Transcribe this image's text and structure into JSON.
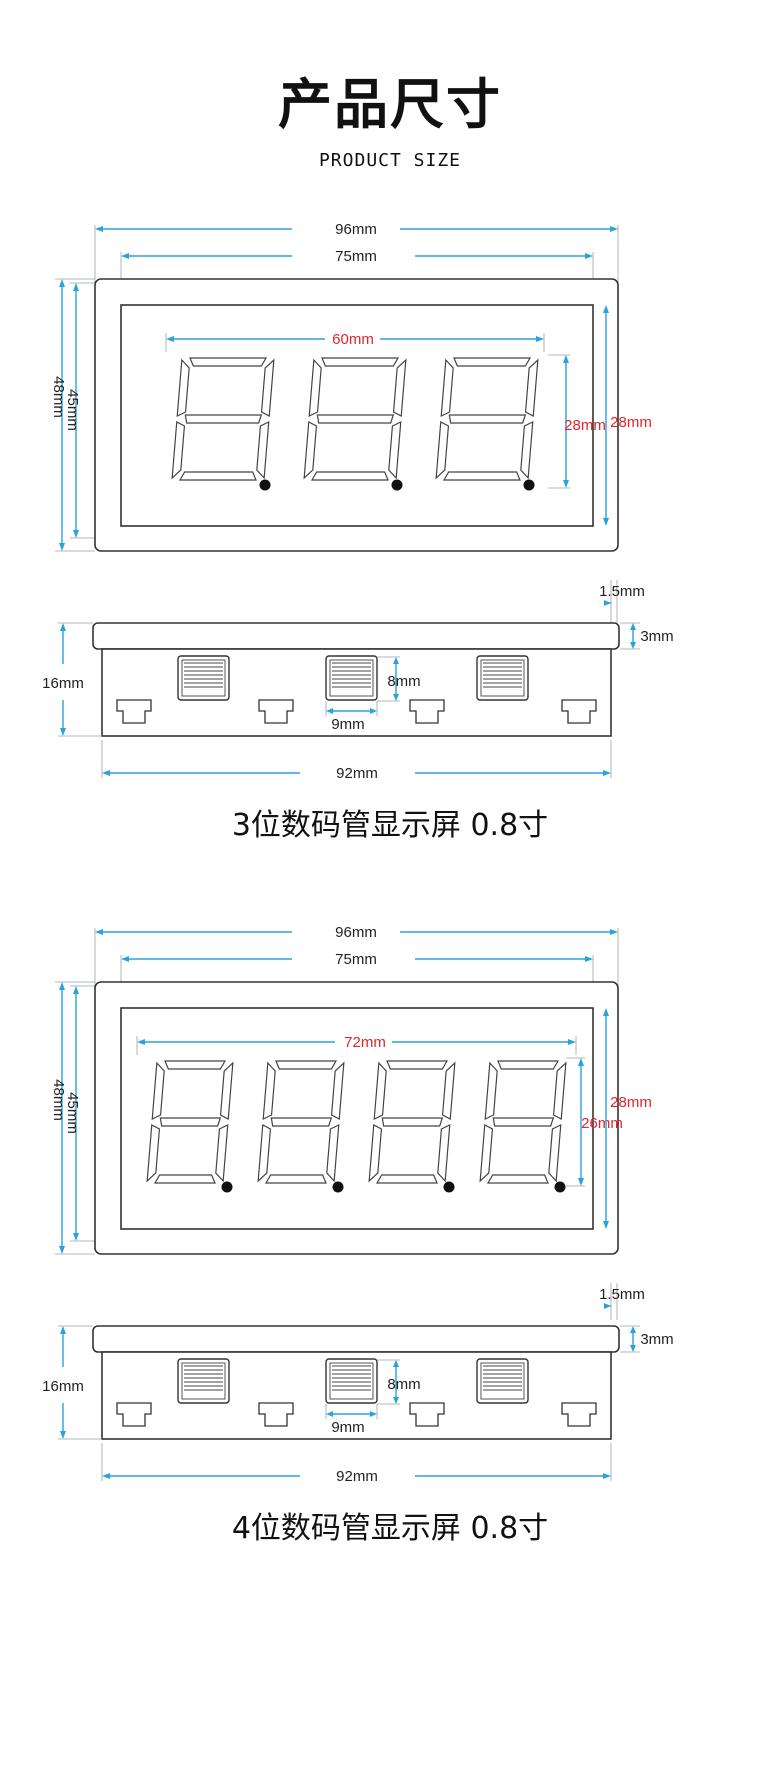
{
  "header": {
    "title": "产品尺寸",
    "subtitle": "PRODUCT SIZE"
  },
  "colors": {
    "dimension": "#29a3dc",
    "highlight": "#e0242b",
    "outline": "#333333"
  },
  "models": [
    {
      "digits": 3,
      "front": {
        "width_total": "96mm",
        "width_window": "75mm",
        "digits_span": "60mm",
        "height_total": "48mm",
        "height_window": "45mm",
        "digit_height": "28mm",
        "window_height": "28mm"
      },
      "side": {
        "bezel_thickness": "1.5mm",
        "bezel_depth": "3mm",
        "depth": "16mm",
        "clip_height": "8mm",
        "clip_width": "9mm",
        "body_width": "92mm"
      },
      "caption": "3位数码管显示屏 0.8寸"
    },
    {
      "digits": 4,
      "front": {
        "width_total": "96mm",
        "width_window": "75mm",
        "digits_span": "72mm",
        "height_total": "48mm",
        "height_window": "45mm",
        "digit_height": "26mm",
        "window_height": "28mm"
      },
      "side": {
        "bezel_thickness": "1.5mm",
        "bezel_depth": "3mm",
        "depth": "16mm",
        "clip_height": "8mm",
        "clip_width": "9mm",
        "body_width": "92mm"
      },
      "caption": "4位数码管显示屏 0.8寸"
    }
  ]
}
